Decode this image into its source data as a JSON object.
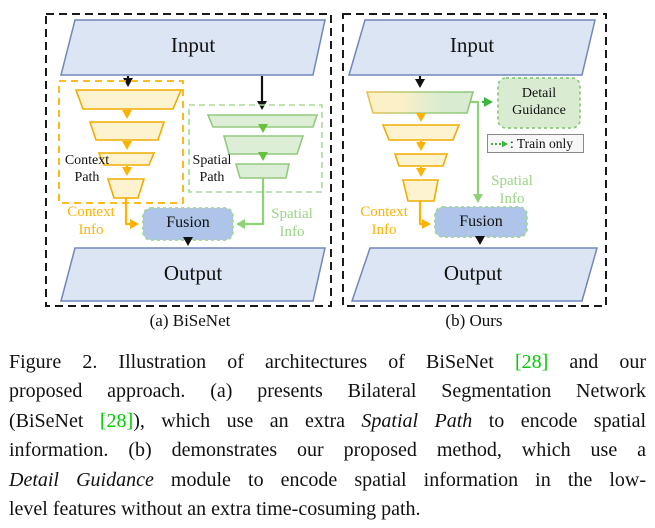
{
  "colors": {
    "panel_border": "#1a1a1a",
    "io_fill": "#dbe5f4",
    "io_stroke": "#7286bb",
    "yellow_fill": "#fdf3d0",
    "yellow_stroke": "#f0ad00",
    "orange_accent": "#ffb300",
    "green_fill": "#ddeed6",
    "green_stroke": "#94c97f",
    "green_arrow": "#66c23c",
    "green_info": "#9bd487",
    "green_train_only": "#3eb53e",
    "fusion_fill": "#aec4e9",
    "fusion_stroke": "#9fd792",
    "citation_green": "#00cc00",
    "legend_border": "#8a8a8a"
  },
  "panel_a": {
    "input": "Input",
    "output": "Output",
    "fusion": "Fusion",
    "context_path": "Context\nPath",
    "spatial_path": "Spatial\nPath",
    "context_info": "Context\nInfo",
    "spatial_info": "Spatial\nInfo",
    "caption": "(a) BiSeNet"
  },
  "panel_b": {
    "input": "Input",
    "output": "Output",
    "fusion": "Fusion",
    "detail_guidance": "Detail\nGuidance",
    "legend_train_only": ": Train only",
    "context_info": "Context\nInfo",
    "spatial_info": "Spatial\nInfo",
    "caption": "(b) Ours"
  },
  "figure_caption": {
    "lines": [
      {
        "segments": [
          {
            "t": "Figure 2. Illustration of architectures of BiSeNet "
          },
          {
            "t": "[28]",
            "style": "ref"
          },
          {
            "t": " and our"
          }
        ]
      },
      {
        "segments": [
          {
            "t": "proposed approach. (a) presents Bilateral Segmentation Network"
          }
        ]
      },
      {
        "segments": [
          {
            "t": "(BiSeNet "
          },
          {
            "t": "[28]",
            "style": "ref"
          },
          {
            "t": "), which use an extra "
          },
          {
            "t": "Spatial Path",
            "style": "italic"
          },
          {
            "t": " to encode spatial"
          }
        ]
      },
      {
        "segments": [
          {
            "t": "information. (b) demonstrates our proposed method, which use a"
          }
        ]
      },
      {
        "segments": [
          {
            "t": "Detail Guidance",
            "style": "italic"
          },
          {
            "t": " module to encode spatial information in the low-"
          }
        ]
      },
      {
        "segments": [
          {
            "t": "level features without an extra time-cosuming path."
          }
        ]
      }
    ]
  }
}
